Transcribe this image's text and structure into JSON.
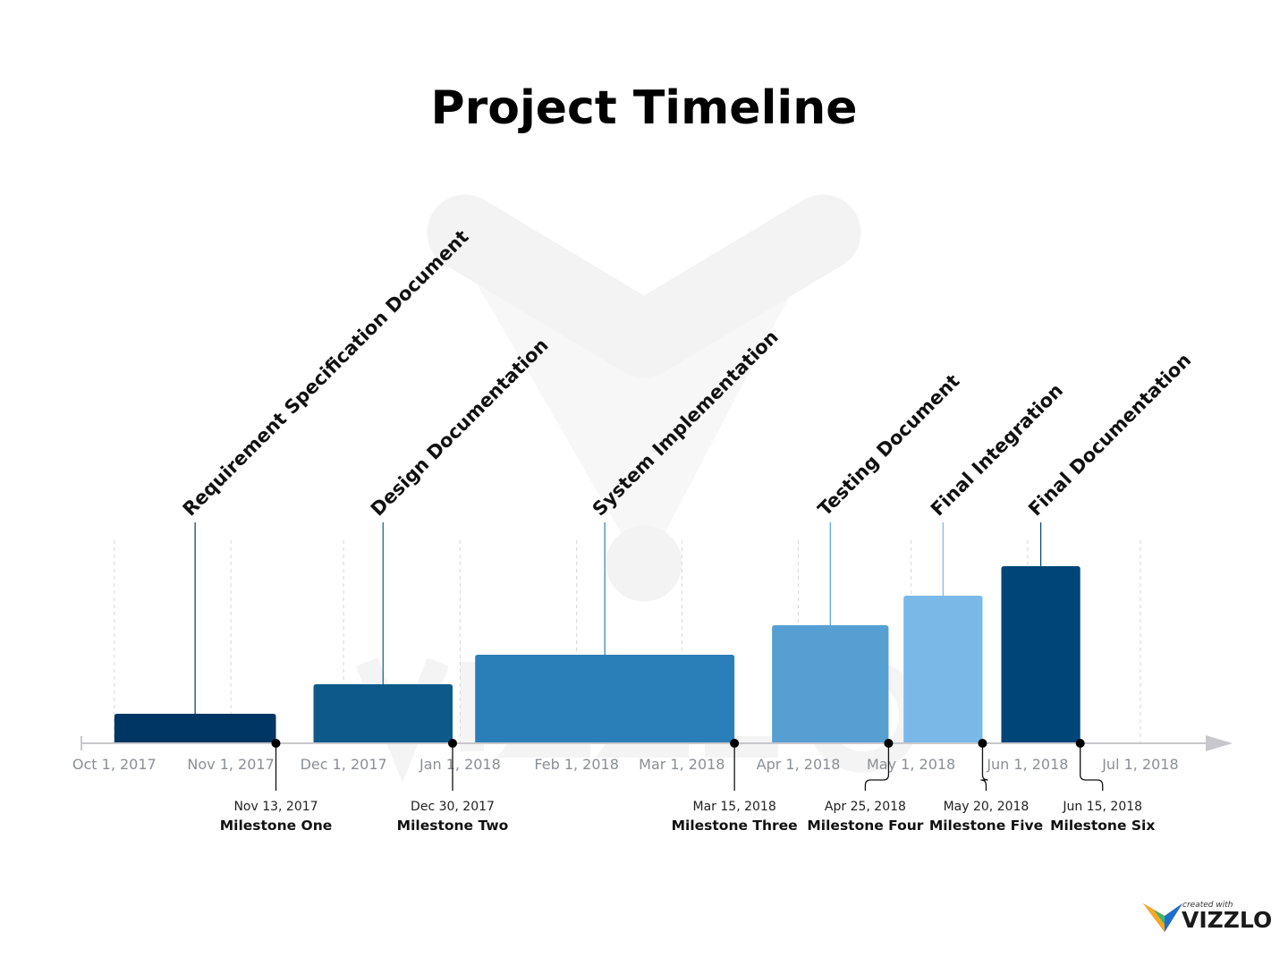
{
  "chart_data": {
    "type": "timeline",
    "title": "Project Timeline",
    "axis": {
      "start": "2017-09-22",
      "end": "2018-07-26",
      "ticks": [
        {
          "date": "2017-10-01",
          "label": "Oct 1, 2017"
        },
        {
          "date": "2017-11-01",
          "label": "Nov 1, 2017"
        },
        {
          "date": "2017-12-01",
          "label": "Dec 1, 2017"
        },
        {
          "date": "2018-01-01",
          "label": "Jan 1, 2018"
        },
        {
          "date": "2018-02-01",
          "label": "Feb 1, 2018"
        },
        {
          "date": "2018-03-01",
          "label": "Mar 1, 2018"
        },
        {
          "date": "2018-04-01",
          "label": "Apr 1, 2018"
        },
        {
          "date": "2018-05-01",
          "label": "May 1, 2018"
        },
        {
          "date": "2018-06-01",
          "label": "Jun 1, 2018"
        },
        {
          "date": "2018-07-01",
          "label": "Jul 1, 2018"
        }
      ],
      "gridlines": true
    },
    "tasks": [
      {
        "name": "Requirement Specification Document",
        "start": "2017-10-01",
        "end": "2017-11-13",
        "level": 1,
        "color": "#003663"
      },
      {
        "name": "Design Documentation",
        "start": "2017-11-23",
        "end": "2017-12-30",
        "level": 2,
        "color": "#0d5a8a"
      },
      {
        "name": "System Implementation",
        "start": "2018-01-05",
        "end": "2018-03-15",
        "level": 3,
        "color": "#2b7fb8"
      },
      {
        "name": "Testing Document",
        "start": "2018-03-25",
        "end": "2018-04-25",
        "level": 4,
        "color": "#569fd3"
      },
      {
        "name": "Final Integration",
        "start": "2018-04-29",
        "end": "2018-05-20",
        "level": 5,
        "color": "#7ab8e8"
      },
      {
        "name": "Final Documentation",
        "start": "2018-05-25",
        "end": "2018-06-15",
        "level": 6,
        "color": "#004578"
      }
    ],
    "milestones": [
      {
        "date": "2017-11-13",
        "date_label": "Nov 13, 2017",
        "name": "Milestone One",
        "offset": 0
      },
      {
        "date": "2017-12-30",
        "date_label": "Dec 30, 2017",
        "name": "Milestone Two",
        "offset": 0
      },
      {
        "date": "2018-03-15",
        "date_label": "Mar 15, 2018",
        "name": "Milestone Three",
        "offset": 0
      },
      {
        "date": "2018-04-25",
        "date_label": "Apr 25, 2018",
        "name": "Milestone Four",
        "offset": -26
      },
      {
        "date": "2018-05-20",
        "date_label": "May 20, 2018",
        "name": "Milestone Five",
        "offset": 4
      },
      {
        "date": "2018-06-15",
        "date_label": "Jun 15, 2018",
        "name": "Milestone Six",
        "offset": 25
      }
    ]
  },
  "branding": {
    "created_with": "created with",
    "name": "VIZZLO"
  },
  "colors": {
    "axis": "#c8c8cc",
    "grid": "#d6d6d6",
    "connector": "#1f4f7a",
    "dot": "#000000"
  }
}
